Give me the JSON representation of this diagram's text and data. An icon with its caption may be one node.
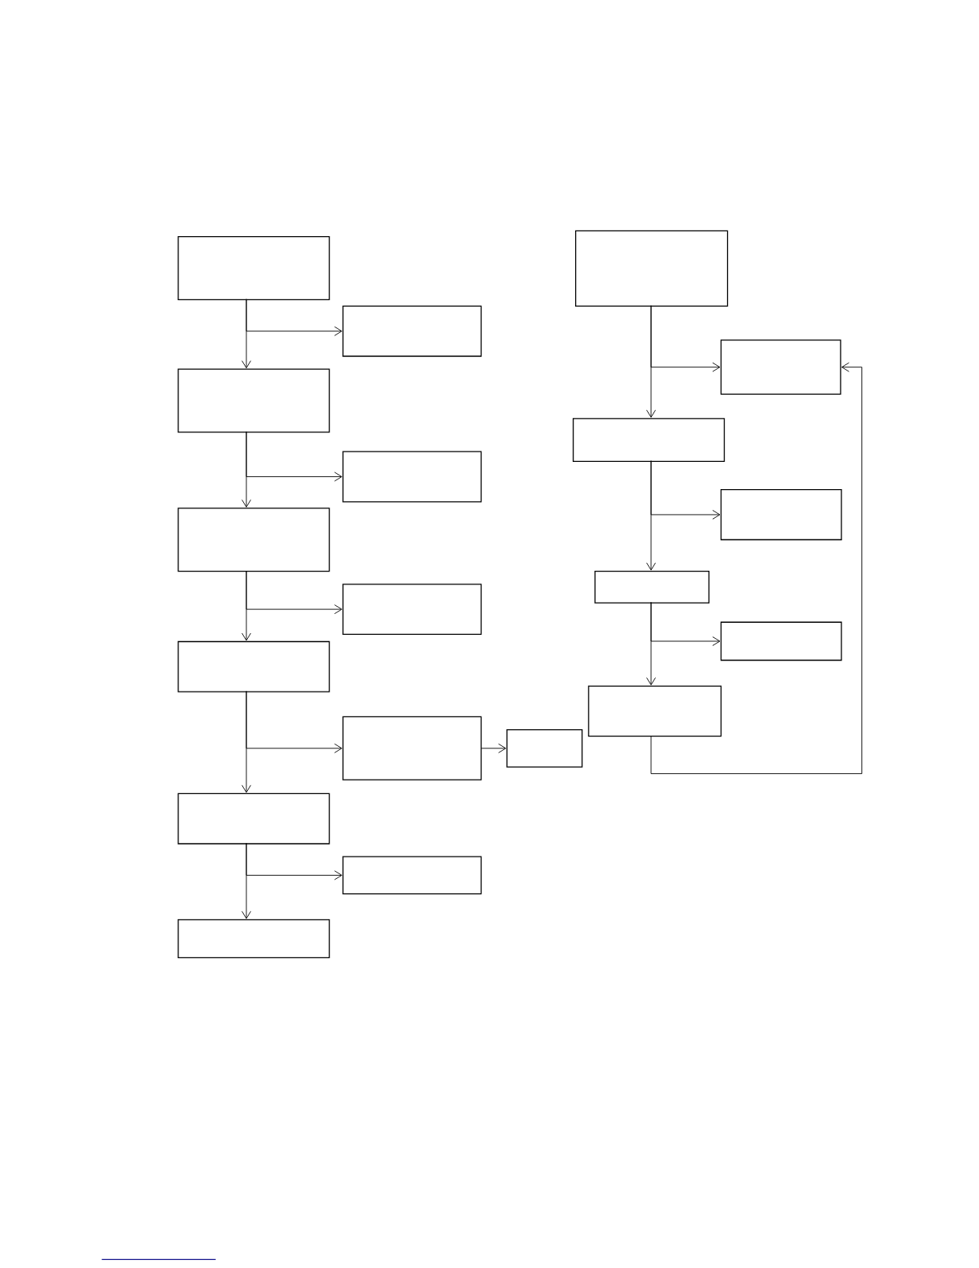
{
  "diagram": {
    "nodes": [
      {
        "text": [],
        "shape": "box"
      },
      {
        "text": [],
        "shape": "box"
      },
      {
        "text": [],
        "shape": "box"
      },
      {
        "text": [],
        "shape": "box"
      },
      {
        "text": [],
        "shape": "box"
      },
      {
        "text": [],
        "shape": "box"
      },
      {
        "text": [],
        "shape": "box"
      },
      {
        "text": [],
        "shape": "box"
      },
      {
        "text": [],
        "shape": "box"
      },
      {
        "text": [],
        "shape": "box"
      },
      {
        "text": [],
        "shape": "box"
      },
      {
        "text": [],
        "shape": "box"
      },
      {
        "text": [],
        "shape": "box"
      },
      {
        "text": [],
        "shape": "box"
      },
      {
        "text": [],
        "shape": "box"
      },
      {
        "text": [],
        "shape": "box"
      },
      {
        "text": [],
        "shape": "box"
      },
      {
        "text": [],
        "shape": "box"
      },
      {
        "text": [],
        "shape": "box"
      }
    ],
    "edges": [
      {
        "from": 0,
        "to": 1,
        "arrow": "to"
      },
      {
        "from": 0,
        "to": 2,
        "arrow": "to"
      },
      {
        "from": 2,
        "to": 3,
        "arrow": "to"
      },
      {
        "from": 2,
        "to": 4,
        "arrow": "to"
      },
      {
        "from": 4,
        "to": 5,
        "arrow": "to"
      },
      {
        "from": 4,
        "to": 6,
        "arrow": "to"
      },
      {
        "from": 6,
        "to": 7,
        "arrow": "to"
      },
      {
        "from": 6,
        "to": 9,
        "arrow": "to"
      },
      {
        "from": 7,
        "to": 8,
        "arrow": "to"
      },
      {
        "from": 9,
        "to": 10,
        "arrow": "to"
      },
      {
        "from": 9,
        "to": 11,
        "arrow": "to"
      },
      {
        "from": 12,
        "to": 13,
        "arrow": "to"
      },
      {
        "from": 12,
        "to": 14,
        "arrow": "to"
      },
      {
        "from": 14,
        "to": 15,
        "arrow": "to"
      },
      {
        "from": 14,
        "to": 16,
        "arrow": "to"
      },
      {
        "from": 16,
        "to": 17,
        "arrow": "to"
      },
      {
        "from": 16,
        "to": 18,
        "arrow": "to"
      },
      {
        "from": 18,
        "to": 13,
        "arrow": "to"
      }
    ]
  }
}
